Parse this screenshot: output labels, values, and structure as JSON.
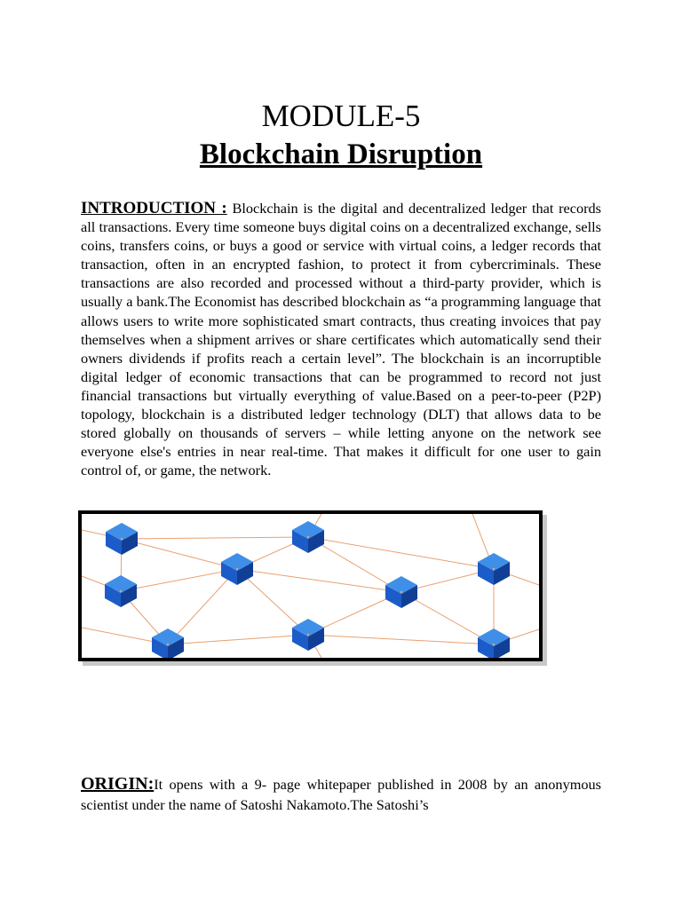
{
  "header": {
    "module": "MODULE-5",
    "title": "Blockchain Disruption"
  },
  "introduction": {
    "heading": "INTRODUCTION :",
    "body": " Blockchain is the digital and decentralized ledger that records all transactions. Every time someone buys digital coins on a decentralized exchange, sells coins, transfers coins, or buys a good or service with virtual coins, a ledger records that transaction, often in an encrypted fashion, to protect it from cybercriminals. These transactions are also recorded and processed without a third-party provider, which is usually a bank.The Economist has described blockchain as “a programming language that allows users to write more sophisticated smart contracts, thus creating invoices that pay themselves when a shipment arrives or share certificates which automatically send their owners dividends if profits reach a certain level”. The blockchain is an incorruptible digital ledger of economic transactions that can be programmed to record not just financial transactions but virtually everything of value.Based on a peer-to-peer (P2P) topology, blockchain is a distributed ledger technology (DLT) that allows data to be stored globally on thousands of servers – while letting anyone on the network see everyone else's entries in near real-time. That makes it difficult for one user to gain control of, or game, the network."
  },
  "figure": {
    "description_icon": "blockchain-network-diagram",
    "line_color": "#e8a070",
    "cube_top": "#3f8fe8",
    "cube_left": "#1c5cc8",
    "cube_right": "#123f96"
  },
  "origin": {
    "heading": "ORIGIN:",
    "body": "It opens with a 9- page whitepaper published in 2008 by an anonymous scientist under the name of Satoshi Nakamoto.The Satoshi’s"
  }
}
